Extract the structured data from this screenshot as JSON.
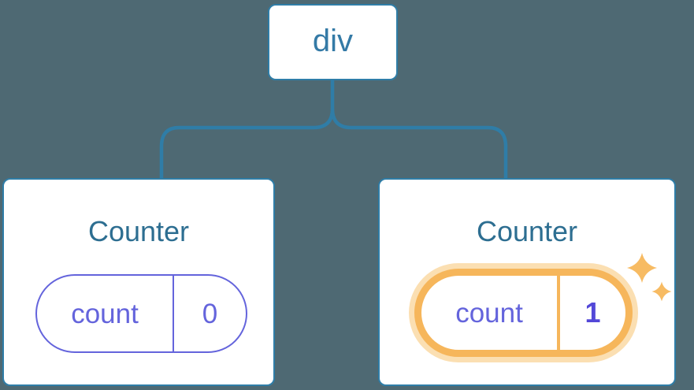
{
  "diagram": {
    "description": "component-tree",
    "background_color": "#4E6973",
    "root": {
      "label": "div"
    },
    "cards": [
      {
        "title": "Counter",
        "state_key": "count",
        "state_value": "0",
        "highlighted": false
      },
      {
        "title": "Counter",
        "state_key": "count",
        "state_value": "1",
        "highlighted": true,
        "badge_icon": "sparkles-icon"
      }
    ],
    "colors": {
      "connector_blue": "#2F7DA7",
      "card_border": "#2F7DA7",
      "root_text": "#347AA6",
      "title_text": "#2D6E91",
      "state_indigo": "#6464DC",
      "state_value_bold": "#5348D8",
      "highlight_orange": "#F6B65B",
      "highlight_glow": "#FBDFB2",
      "sparkle": "#F7BB63"
    }
  }
}
